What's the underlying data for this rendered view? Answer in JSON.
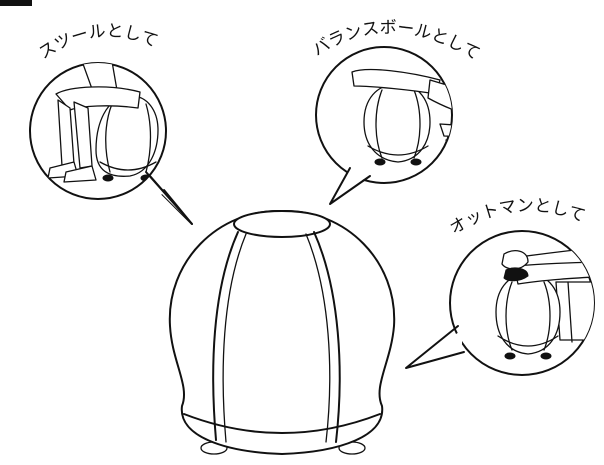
{
  "illustration": {
    "stool_caption": "スツールとして",
    "balance_ball_caption": "バランスボールとして",
    "ottoman_caption": "オットマンとして"
  }
}
